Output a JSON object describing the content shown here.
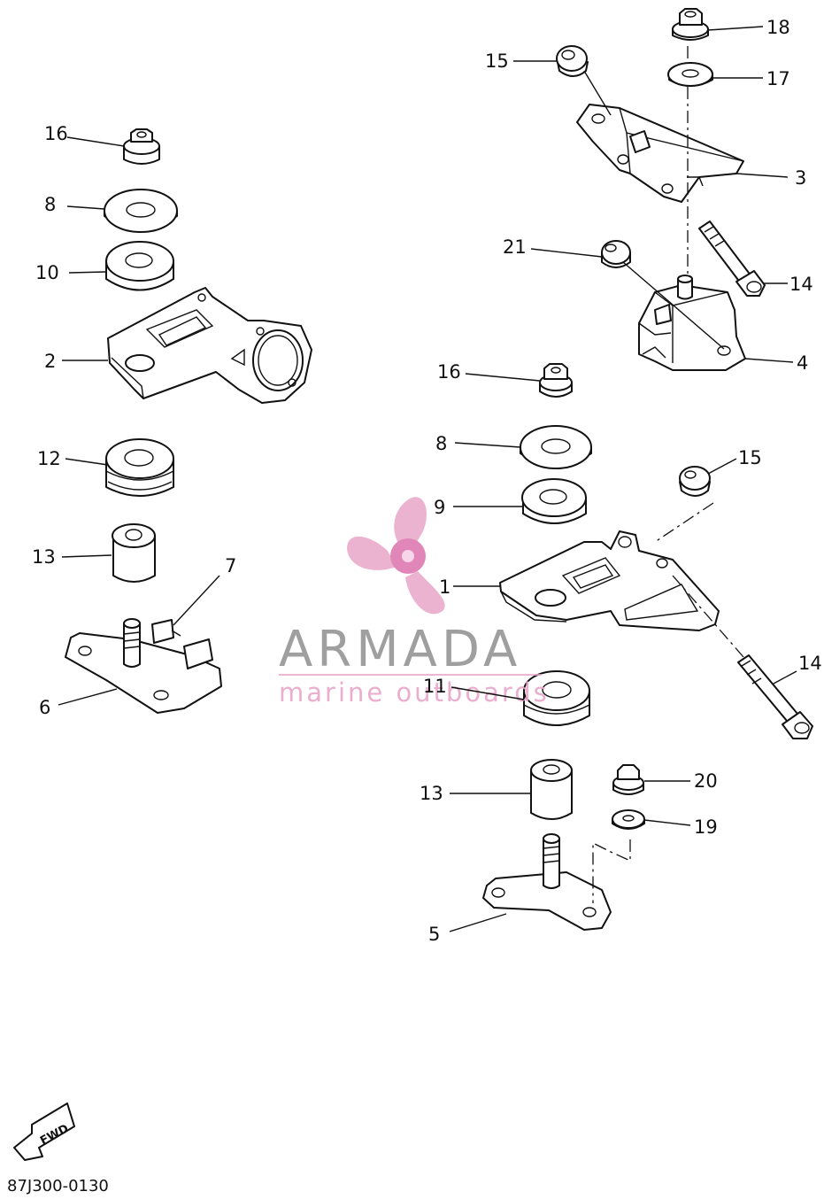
{
  "diagram_code": "87J300-0130",
  "fwd_label": "FWD",
  "watermark": {
    "title": "ARMADA",
    "subtitle": "marine outboards",
    "color_pink": "#e9a6c9",
    "color_gray": "#8f8f8f"
  },
  "callouts": {
    "c1": "1",
    "c2": "2",
    "c3": "3",
    "c4": "4",
    "c5": "5",
    "c6": "6",
    "c7": "7",
    "c8a": "8",
    "c8b": "8",
    "c9": "9",
    "c10": "10",
    "c11": "11",
    "c12": "12",
    "c13a": "13",
    "c13b": "13",
    "c14a": "14",
    "c14b": "14",
    "c15a": "15",
    "c15b": "15",
    "c16a": "16",
    "c16b": "16",
    "c17": "17",
    "c18": "18",
    "c19": "19",
    "c20": "20",
    "c21": "21"
  }
}
